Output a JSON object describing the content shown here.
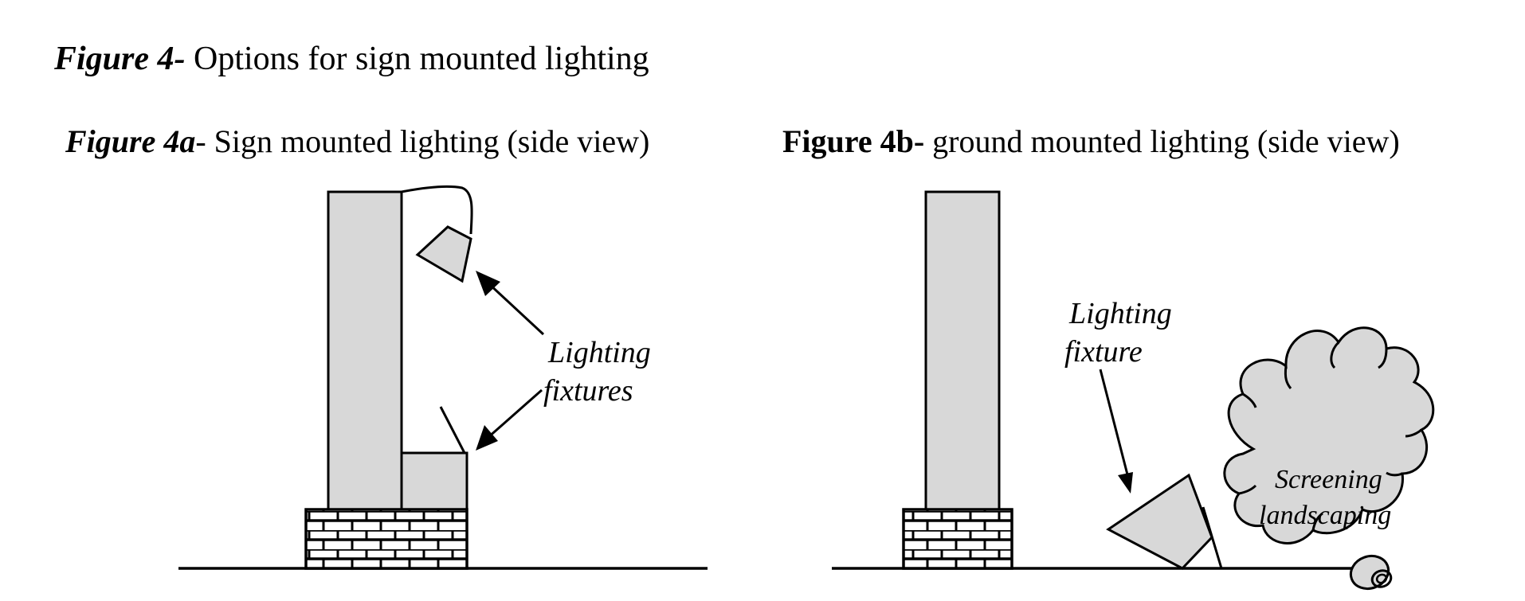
{
  "figure": {
    "main_title": {
      "prefix": "Figure 4-",
      "text": " Options for sign mounted lighting"
    },
    "panel_a": {
      "title_prefix": "Figure 4a",
      "title_text": "- Sign mounted lighting (side view)",
      "label_line1": "Lighting",
      "label_line2": "fixtures"
    },
    "panel_b": {
      "title_prefix": "Figure 4b-",
      "title_text": " ground mounted lighting (side view)",
      "label_line1": "Lighting",
      "label_line2": "fixture",
      "screen_line1": "Screening",
      "screen_line2": "landscaping"
    }
  },
  "colors": {
    "fill": "#d8d8d8",
    "stroke": "#000000",
    "background": "#ffffff"
  }
}
